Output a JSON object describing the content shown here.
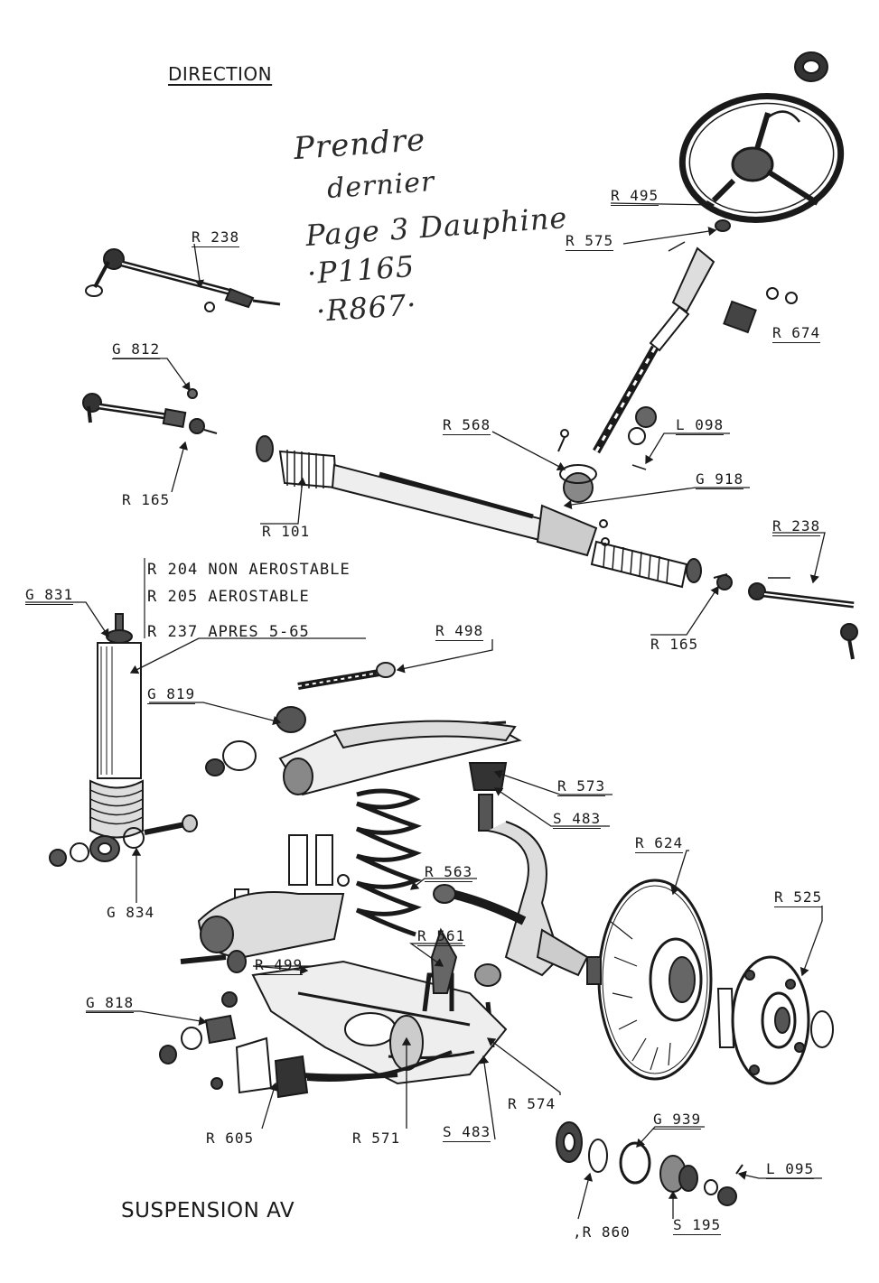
{
  "headings": {
    "direction": "DIRECTION",
    "suspension": "SUSPENSION AV"
  },
  "handwritten_note": [
    "Prendre",
    "dernier",
    "Page 3 Dauphine",
    "·P1165",
    "·R867·"
  ],
  "shock_notes": [
    "R 204 NON AEROSTABLE",
    "R 205 AEROSTABLE",
    "R 237 APRES 5-65"
  ],
  "part_refs": {
    "r495": "R 495",
    "r575": "R 575",
    "r238_left": "R 238",
    "r674": "R 674",
    "g812": "G 812",
    "r568": "R 568",
    "l098": "L 098",
    "g918": "G 918",
    "r165_left": "R 165",
    "r101": "R 101",
    "r238_right": "R 238",
    "r165_right": "R 165",
    "g831": "G 831",
    "r498": "R 498",
    "g819": "G 819",
    "r573": "R 573",
    "s483_top": "S 483",
    "r624": "R 624",
    "g834": "G 834",
    "r563": "R 563",
    "r525": "R 525",
    "r561": "R 561",
    "r499": "R 499",
    "g818": "G 818",
    "r574": "R 574",
    "r605": "R 605",
    "r571": "R 571",
    "s483_bottom": "S 483",
    "g939": "G 939",
    "l095": "L 095",
    "r860": ",R 860",
    "s195": "S 195"
  },
  "colors": {
    "ink": "#1a1a1a",
    "paper": "#ffffff"
  }
}
